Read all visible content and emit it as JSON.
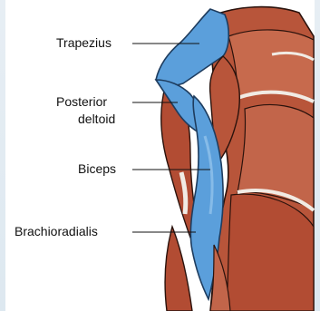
{
  "labels": {
    "trapezius": "Trapezius",
    "posterior_deltoid_line1": "Posterior",
    "posterior_deltoid_line2": "deltoid",
    "biceps": "Biceps",
    "brachioradialis": "Brachioradialis"
  },
  "colors": {
    "muscle": "#b8553a",
    "muscle_dark": "#7d2b1c",
    "muscle_light": "#d98b6c",
    "highlight_blue": "#5b9fdb",
    "highlight_blue_dark": "#2d6aa8",
    "tendon": "#f1ebe4",
    "outline": "#2a120c",
    "background": "#dde8f0"
  }
}
